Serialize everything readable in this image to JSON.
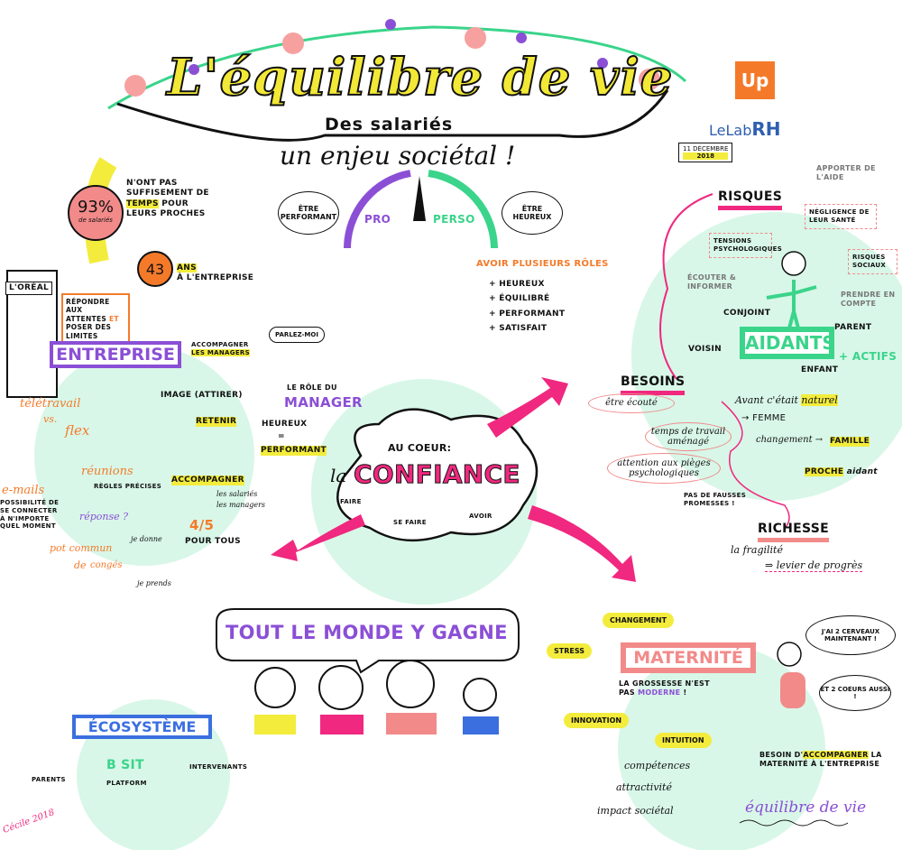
{
  "header": {
    "title": "L'équilibre de vie",
    "subtitle1": "Des salariés",
    "subtitle2": "un enjeu sociétal !"
  },
  "logos": {
    "up": "Up",
    "lelab_prefix": "LeLab",
    "lelab_suffix": "RH",
    "date_day": "11 décembre",
    "date_year": "2018"
  },
  "stats": {
    "pct": "93%",
    "pct_label": "de salariés",
    "pct_text": "N'ont pas suffisement de",
    "pct_hl": "temps",
    "pct_text2": "pour leurs proches",
    "age": "43",
    "age_unit": "ans",
    "age_text": "à l'entreprise"
  },
  "center_top": {
    "bubble_left": "être performant",
    "bubble_right": "être heureux",
    "pro": "PRO",
    "perso": "PERSO",
    "roles": "Avoir plusieurs rôles",
    "list": [
      "+ heureux",
      "+ équilibré",
      "+ performant",
      "+ satisfait"
    ]
  },
  "entreprise": {
    "brand": "L'ORÉAL",
    "box": "Répondre aux attentes",
    "box_et": "ET",
    "box2": "poser des limites",
    "title": "ENTREPRISE",
    "teletravail": "télétravail",
    "vs": "vs.",
    "flex": "flex",
    "reunions": "réunions",
    "regles": "règles précises",
    "emails": "e-mails",
    "emails_text": "possibilité de se connecter à n'importe quel moment",
    "reponse": "réponse ?",
    "pot": "pot commun",
    "de": "de",
    "conges": "congés",
    "je_donne": "je donne",
    "je_prends": "je prends"
  },
  "manager": {
    "accompagner_mgr": "accompagner",
    "les_managers": "les managers",
    "parlez": "parlez-moi",
    "role": "le rôle du",
    "title": "MANAGER",
    "image": "image (attirer)",
    "retenir": "retenir",
    "heureux": "heureux",
    "eq": "=",
    "performant": "performant",
    "accompagner": "accompagner",
    "les_salaries": "les salariés",
    "les_managers2": "les managers",
    "ratio": "4/5",
    "pour_tous": "pour tous"
  },
  "confiance": {
    "au_coeur": "Au coeur:",
    "la": "la",
    "title": "CONFIANCE",
    "faire": "faire",
    "se_faire": "se faire",
    "avoir": "avoir"
  },
  "aidants": {
    "risques": "RISQUES",
    "tensions": "tensions psychologiques",
    "negligence": "négligence de leur santé",
    "apporter": "apporter de l'aide",
    "sociaux": "risques sociaux",
    "ecouter": "écouter & informer",
    "prendre": "prendre en compte",
    "conjoint": "conjoint",
    "title": "AIDANTS",
    "parent": "parent",
    "voisin": "voisin",
    "enfant": "enfant",
    "actifs": "+ ACTIFS",
    "besoins": "BESOINS",
    "etre_ecoute": "être écouté",
    "temps": "temps de travail aménagé",
    "attention": "attention aux pièges psychologiques",
    "promesses": "pas de fausses promesses !",
    "avant": "Avant c'était",
    "naturel": "naturel",
    "femme": "→ FEMME",
    "changement": "changement →",
    "famille": "FAMILLE",
    "proche": "PROCHE",
    "aidant": "aidant",
    "richesse": "RICHESSE",
    "fragilite": "la fragilité",
    "levier": "⇒ levier de progrès"
  },
  "gagne": {
    "title": "TOUT LE MONDE Y GAGNE"
  },
  "maternite": {
    "changement": "changement",
    "stress": "stress",
    "title": "MATERNITÉ",
    "grossesse": "la grossesse n'est",
    "pas": "pas",
    "moderne": "moderne",
    "excl": "!",
    "innovation": "innovation",
    "intuition": "intuition",
    "cerveaux": "J'ai 2 cerveaux maintenant !",
    "coeurs": "Et 2 coeurs aussi !",
    "besoin": "Besoin d'",
    "accompagner": "accompagner",
    "besoin2": "la maternité à l'entreprise",
    "competences": "compétences",
    "attractivite": "attractivité",
    "impact": "impact sociétal",
    "equilibre": "équilibre de vie"
  },
  "ecosysteme": {
    "title": "ÉCOSYSTÈME",
    "bsit": "B sit",
    "platform": "platform",
    "parents": "parents",
    "intervenants": "intervenants"
  },
  "signature": "Cécile 2018",
  "colors": {
    "green": "#d8f7e8",
    "pink": "#f0287f",
    "purple": "#8b4fd6",
    "orange": "#f47a2a",
    "yellow": "#f3ec3c",
    "salmon": "#f28a8a",
    "teal": "#3ad48a"
  }
}
